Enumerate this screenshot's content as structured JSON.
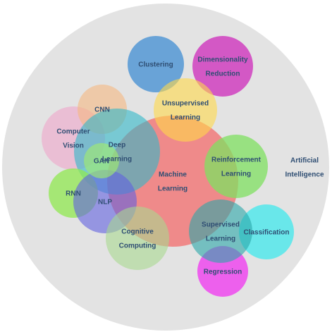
{
  "diagram": {
    "nodes": [
      {
        "id": "ai",
        "lines": [
          "Artificial",
          "Intelligence"
        ],
        "color": "#c8c8c8",
        "opacity": 0.5
      },
      {
        "id": "ml",
        "lines": [
          "Machine",
          "Learning"
        ],
        "color": "#f08080",
        "opacity": 0.9
      },
      {
        "id": "clustering",
        "lines": [
          "Clustering"
        ],
        "color": "#5b9bd5",
        "opacity": 0.9
      },
      {
        "id": "dimred",
        "lines": [
          "Dimensionality",
          "Reduction"
        ],
        "color": "#d040c0",
        "opacity": 0.85
      },
      {
        "id": "unsupervised",
        "lines": [
          "Unsupervised",
          "Learning"
        ],
        "color": "#ffd84a",
        "opacity": 0.6
      },
      {
        "id": "reinforcement",
        "lines": [
          "Reinforcement",
          "Learning"
        ],
        "color": "#7fe060",
        "opacity": 0.75
      },
      {
        "id": "classification",
        "lines": [
          "Classification"
        ],
        "color": "#40e8ec",
        "opacity": 0.75
      },
      {
        "id": "regression",
        "lines": [
          "Regression"
        ],
        "color": "#ef3fef",
        "opacity": 0.8
      },
      {
        "id": "supervised",
        "lines": [
          "Supervised",
          "Learning"
        ],
        "color": "#2aa6a8",
        "opacity": 0.6
      },
      {
        "id": "cv",
        "lines": [
          "Computer",
          "Vision"
        ],
        "color": "#f0a0c8",
        "opacity": 0.55
      },
      {
        "id": "cnn",
        "lines": [
          "CNN"
        ],
        "color": "#f5b880",
        "opacity": 0.6
      },
      {
        "id": "deep",
        "lines": [
          "Deep",
          "Learning"
        ],
        "color": "#30b8c8",
        "opacity": 0.6
      },
      {
        "id": "rnn",
        "lines": [
          "RNN"
        ],
        "color": "#90e850",
        "opacity": 0.75
      },
      {
        "id": "nlp",
        "lines": [
          "NLP"
        ],
        "color": "#6060e0",
        "opacity": 0.6
      },
      {
        "id": "gan",
        "lines": [
          "GAN"
        ],
        "color": "#a0ea70",
        "opacity": 0.65
      },
      {
        "id": "cognitive",
        "lines": [
          "Cognitive",
          "Computing"
        ],
        "color": "#a8d890",
        "opacity": 0.6
      }
    ]
  }
}
